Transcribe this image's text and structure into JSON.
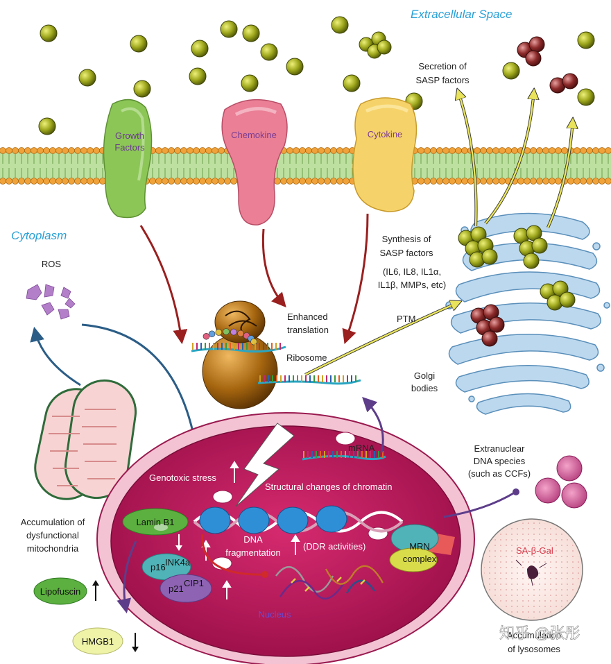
{
  "regions": {
    "extracellular": "Extracellular Space",
    "cytoplasm": "Cytoplasm"
  },
  "receptors": {
    "growth_line1": "Growth",
    "growth_line2": "Factors",
    "chemokine": "Chemokine",
    "cytokine": "Cytokine"
  },
  "labels": {
    "secretion_line1": "Secretion of",
    "secretion_line2": "SASP factors",
    "synthesis_line1": "Synthesis of",
    "synthesis_line2": "SASP factors",
    "synthesis_line3": "(IL6, IL8, IL1α,",
    "synthesis_line4": "IL1β, MMPs, etc)",
    "ros": "ROS",
    "enhanced_line1": "Enhanced",
    "enhanced_line2": "translation",
    "ribosome": "Ribosome",
    "ptm": "PTM",
    "golgi_line1": "Golgi",
    "golgi_line2": "bodies",
    "mrna": "mRNA",
    "genotoxic": "Genotoxic stress",
    "structural": "Structural changes of chromatin",
    "lamin": "Lamin B1",
    "p16": "p16",
    "p16_sup": "INK4a",
    "p21": "p21",
    "p21_sup": "CIP1",
    "dna_frag_line1": "DNA",
    "dna_frag_line2": "fragmentation",
    "ddr": "(DDR activities)",
    "mrn_line1": "MRN",
    "mrn_line2": "complex",
    "nucleus": "Nucleus",
    "extranuclear_line1": "Extranuclear",
    "extranuclear_line2": "DNA species",
    "extranuclear_line3": "(such as CCFs)",
    "mito_line1": "Accumulation of",
    "mito_line2": "dysfunctional",
    "mito_line3": "mitochondria",
    "lipofuscin": "Lipofuscin",
    "hmgb1": "HMGB1",
    "sa_beta_gal": "SA-β-Gal",
    "lysosome_line1": "Accumulation",
    "lysosome_line2": "of lysosomes",
    "watermark": "知乎 @张彤"
  },
  "colors": {
    "membrane": "#8fc26d",
    "bead": "#f0a23b",
    "growth": "#8cc657",
    "chemokine": "#ea7f96",
    "cytokine": "#f6d36a",
    "nucleus": "#b8185a",
    "golgi": "#bcd8ee",
    "sasp_ball": "#9ea71c",
    "region_text": "#2aa0d6"
  }
}
